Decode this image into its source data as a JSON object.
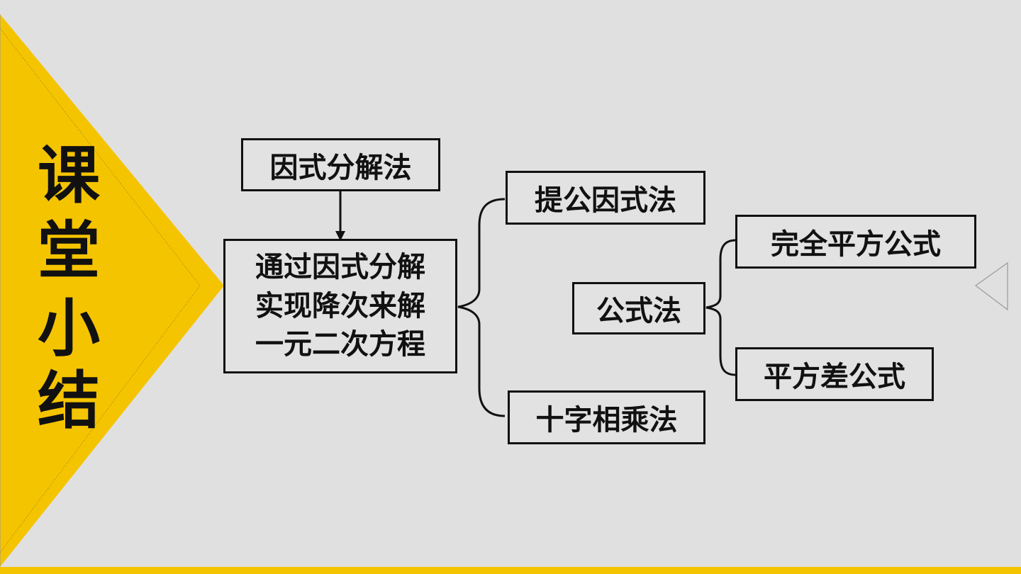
{
  "side_title": [
    "课",
    "堂",
    "小",
    "结"
  ],
  "nodes": {
    "factor_method": "因式分解法",
    "main_line1": "通过因式分解",
    "main_line2": "实现降次来解",
    "main_line3": "一元二次方程",
    "common_factor": "提公因式法",
    "formula": "公式法",
    "perfect_square": "完全平方公式",
    "diff_squares": "平方差公式",
    "cross_multiply": "十字相乘法"
  },
  "colors": {
    "background": "#e0e0e0",
    "accent_yellow": "#f5c400",
    "stroke": "#111111"
  }
}
